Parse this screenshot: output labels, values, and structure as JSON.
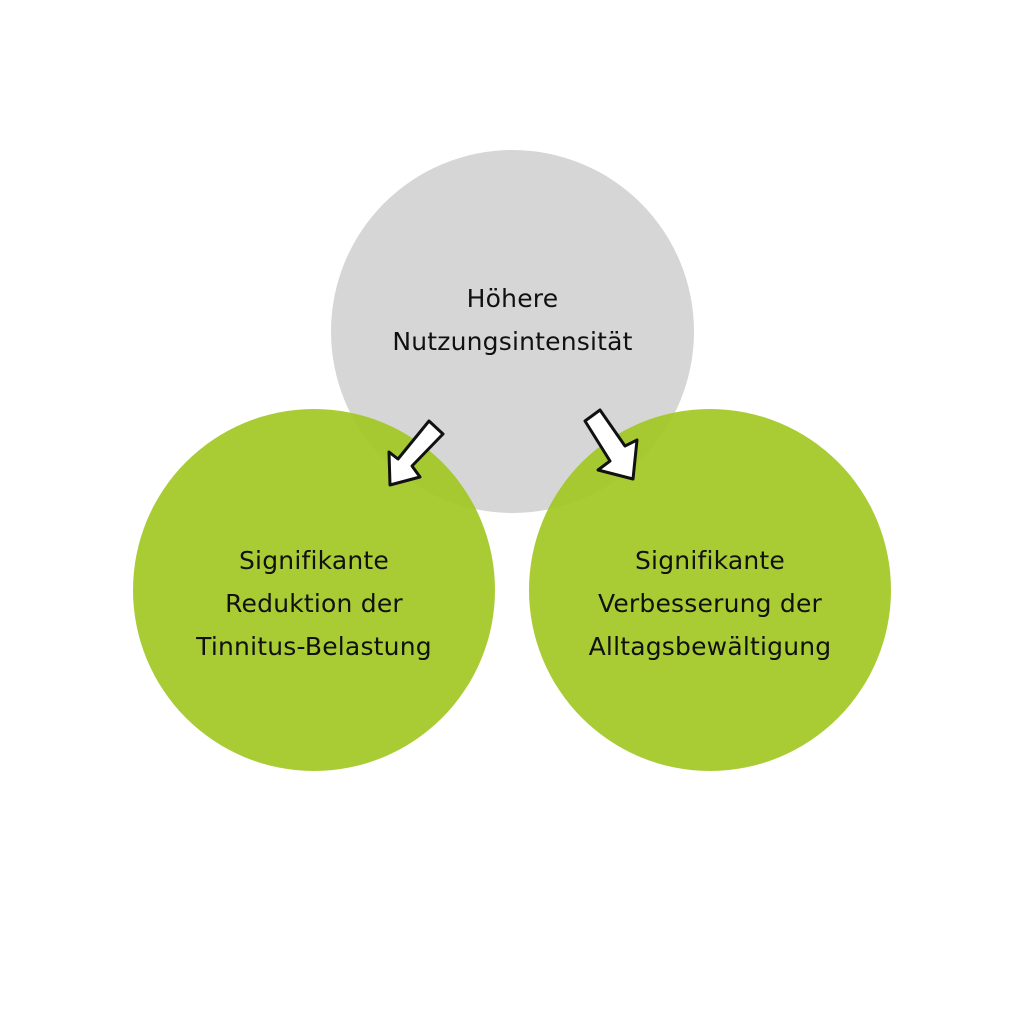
{
  "diagram": {
    "top": {
      "label": "Höhere\nNutzungsintensität",
      "color": "#d6d6d6"
    },
    "left": {
      "label": "Signifikante\nReduktion der\nTinnitus-Belastung",
      "color": "#a6c931"
    },
    "right": {
      "label": "Signifikante\nVerbesserung der\nAlltagsbewältigung",
      "color": "#a6c931"
    },
    "arrows": [
      {
        "from": "top",
        "to": "left",
        "icon": "arrow-down-left-icon"
      },
      {
        "from": "top",
        "to": "right",
        "icon": "arrow-down-right-icon"
      }
    ]
  }
}
